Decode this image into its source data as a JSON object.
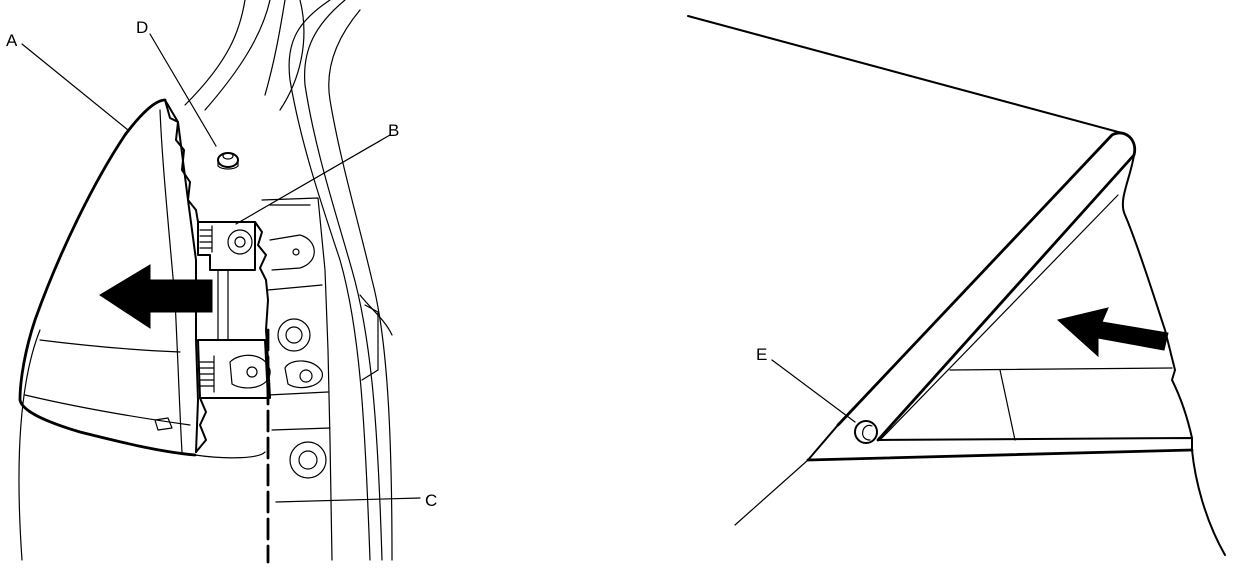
{
  "callouts": {
    "a": "A",
    "b": "B",
    "c": "C",
    "d": "D",
    "e": "E"
  },
  "colors": {
    "line": "#000000",
    "background": "#ffffff",
    "arrow_fill": "#000000"
  }
}
